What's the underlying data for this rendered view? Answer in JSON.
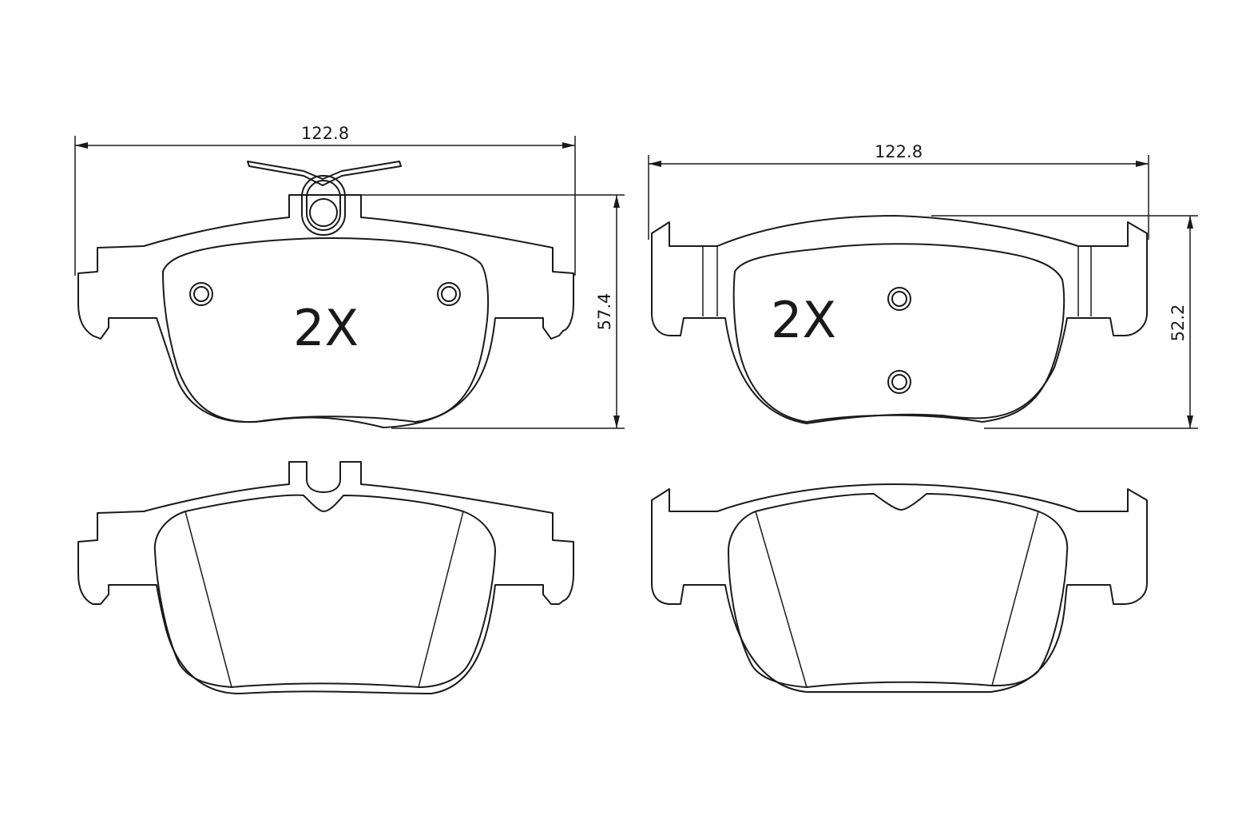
{
  "left_pad": {
    "width_label": "122.8",
    "height_label": "57.4",
    "quantity_label": "2X"
  },
  "right_pad": {
    "width_label": "122.8",
    "height_label": "52.2",
    "quantity_label": "2X"
  },
  "colors": {
    "line": "#1a1a1a",
    "background": "#ffffff"
  }
}
